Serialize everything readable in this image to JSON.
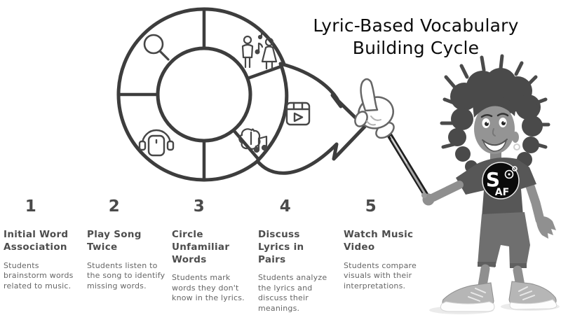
{
  "title": "Lyric-Based Vocabulary\nBuilding Cycle",
  "cycle": {
    "segments": [
      {
        "icon": "search-icon"
      },
      {
        "icon": "singing-people-icon"
      },
      {
        "icon": "video-clip-icon"
      },
      {
        "icon": "brain-music-icon"
      },
      {
        "icon": "headphones-player-icon"
      }
    ]
  },
  "steps": [
    {
      "number": "1",
      "title": "Initial Word\nAssociation",
      "description": "Students brainstorm words related to music."
    },
    {
      "number": "2",
      "title": "Play Song\nTwice",
      "description": "Students listen to the song to identify missing words."
    },
    {
      "number": "3",
      "title": "Circle\nUnfamiliar\nWords",
      "description": "Students mark words they don't know in the lyrics."
    },
    {
      "number": "4",
      "title": "Discuss\nLyrics in\nPairs",
      "description": "Students analyze the lyrics and discuss their meanings."
    },
    {
      "number": "5",
      "title": "Watch Music\nVideo",
      "description": "Students compare visuals with their interpretations."
    }
  ],
  "mascot": {
    "shirt_logo_letter": "S",
    "shirt_logo_letters": "AF"
  },
  "colors": {
    "background": "#ffffff",
    "diagram_outline": "#3d3d3d",
    "icon_stroke": "#474747",
    "title_text": "#0c0c0c",
    "step_number": "#4a4a4a",
    "step_title": "#4d4d4d",
    "step_description": "#666666"
  }
}
